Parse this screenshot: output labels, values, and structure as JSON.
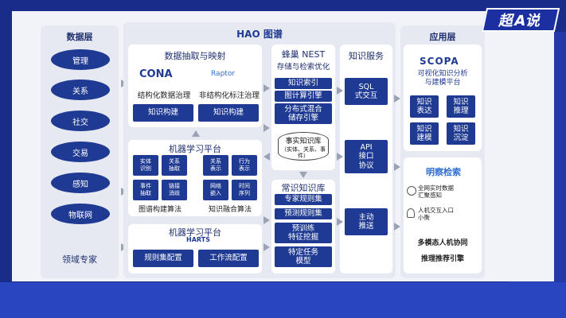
{
  "logo": "超A说",
  "data_layer": {
    "header": "数据层",
    "items": [
      "管理",
      "关系",
      "社交",
      "交易",
      "感知",
      "物联网"
    ],
    "footer": "领域专家"
  },
  "center": {
    "title": "HAO 图谱",
    "extraction": {
      "title": "数据抽取与映射",
      "left_logo": "CONA",
      "right_logo": "Raptor",
      "left_caption": "结构化数据治理",
      "right_caption": "非结构化标注治理",
      "btn1": "知识构建",
      "btn2": "知识构建"
    },
    "ml_platform1": {
      "title": "机器学习平台",
      "left_boxes": [
        "实体\n识别",
        "关系\n抽取",
        "事件\n抽取",
        "链接\n消歧"
      ],
      "right_boxes": [
        "关系\n表示",
        "行为\n表示",
        "网络\n嵌入",
        "时间\n序列"
      ],
      "left_caption": "图谱构建算法",
      "right_caption": "知识融合算法"
    },
    "ml_platform2": {
      "title": "机器学习平台",
      "brand": "HARTS",
      "btn1": "规则集配置",
      "btn2": "工作流配置"
    },
    "nest": {
      "title": "蜂巢 NEST",
      "subtitle": "存储与检索优化",
      "items": [
        "知识索引",
        "图计算引擎",
        "分布式混合\n储存引擎"
      ],
      "cylinder_line1": "事实知识库",
      "cylinder_line2": "（实体、关系、事件）"
    },
    "common_kb": {
      "title": "常识知识库",
      "items": [
        "专家规则集",
        "预测规则集",
        "预训练\n特征挖掘",
        "特定任务\n模型"
      ]
    },
    "services": {
      "title": "知识服务",
      "items": [
        "SQL\n式交互",
        "API\n接口\n协议",
        "主动\n推送"
      ]
    }
  },
  "app_layer": {
    "header": "应用层",
    "scopa": "SCOPA",
    "scopa_caption": "可视化知识分析\n与建模平台",
    "grid": [
      "知识\n表达",
      "知识\n推理",
      "知识\n建模",
      "知识\n沉淀"
    ],
    "mingcha": "明察检索",
    "feature1": "全网实时数据\n汇聚感知",
    "feature2": "人机交互入口\n小衡",
    "footer1": "多模态人机协同",
    "footer2": "推理推荐引擎"
  }
}
